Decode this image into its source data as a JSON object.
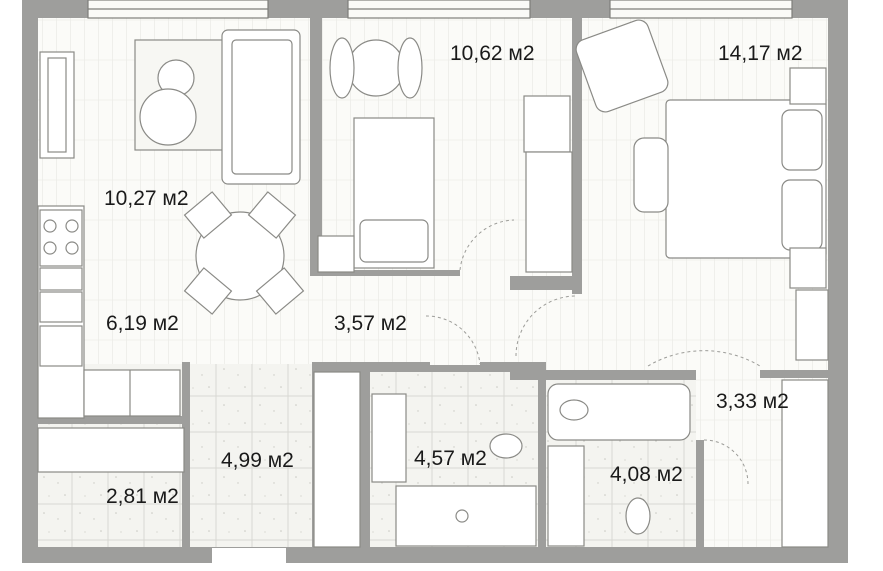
{
  "plan": {
    "colors": {
      "wall": "#9e9e9c",
      "floor_wood": "#fbfbf8",
      "floor_tile": "#f3f3ef",
      "line": "#8a8a86",
      "text": "#1a1a1a"
    },
    "rooms": [
      {
        "id": "living-room",
        "area": "10,27 м2"
      },
      {
        "id": "kitchen",
        "area": "6,19 м2"
      },
      {
        "id": "bedroom-small",
        "area": "10,62 м2"
      },
      {
        "id": "bedroom-master",
        "area": "14,17 м2"
      },
      {
        "id": "hall",
        "area": "3,57 м2"
      },
      {
        "id": "wardrobe-right",
        "area": "3,33 м2"
      },
      {
        "id": "corridor",
        "area": "4,99 м2"
      },
      {
        "id": "bathroom-1",
        "area": "4,57 м2"
      },
      {
        "id": "bathroom-2",
        "area": "4,08 м2"
      },
      {
        "id": "storage",
        "area": "2,81 м2"
      }
    ]
  }
}
